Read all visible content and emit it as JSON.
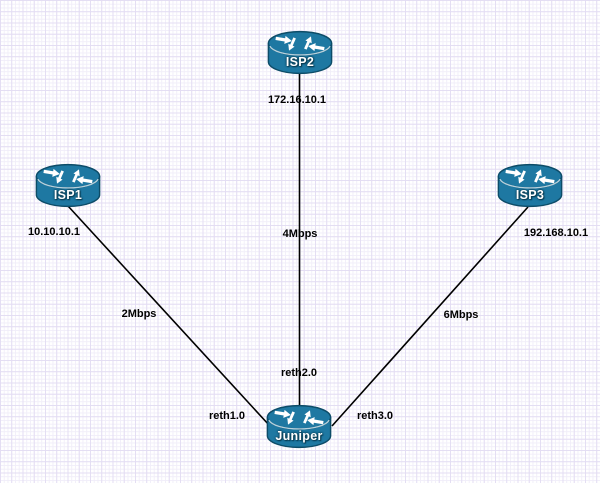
{
  "diagram": {
    "type": "network-topology",
    "nodes": [
      {
        "id": "isp1",
        "type": "router",
        "label": "ISP1",
        "ip": "10.10.10.1"
      },
      {
        "id": "isp2",
        "type": "router",
        "label": "ISP2",
        "ip": "172.16.10.1"
      },
      {
        "id": "isp3",
        "type": "router",
        "label": "ISP3",
        "ip": "192.168.10.1"
      },
      {
        "id": "juniper",
        "type": "router",
        "label": "Juniper",
        "ip": ""
      }
    ],
    "links": [
      {
        "from": "ISP1",
        "to": "Juniper",
        "bandwidth": "2Mbps",
        "interface": "reth1.0"
      },
      {
        "from": "ISP2",
        "to": "Juniper",
        "bandwidth": "4Mbps",
        "interface": "reth2.0"
      },
      {
        "from": "ISP3",
        "to": "Juniper",
        "bandwidth": "6Mbps",
        "interface": "reth3.0"
      }
    ],
    "colors": {
      "router_fill": "#1e78a2",
      "router_stroke": "#0d4c68",
      "router_arrow": "#ffffff",
      "link_color": "#000000",
      "label_color": "#000000",
      "grid_minor": "#f1eef9",
      "grid_major": "#e3ddf3"
    }
  }
}
